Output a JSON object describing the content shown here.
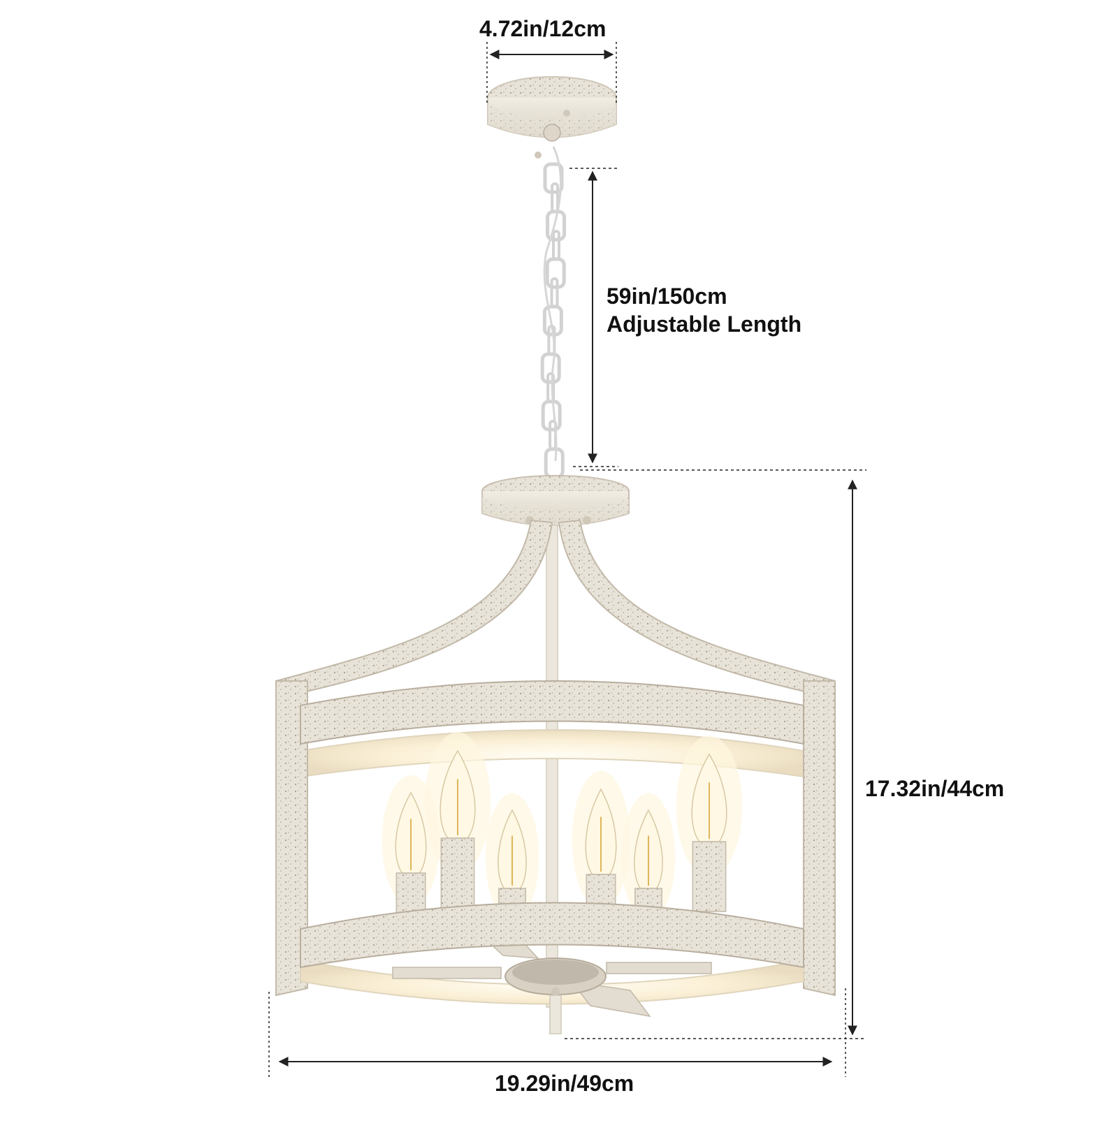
{
  "dimensions": {
    "canopy_width": "4.72in/12cm",
    "chain_length": "59in/150cm",
    "chain_note": "Adjustable Length",
    "height": "17.32in/44cm",
    "width": "19.29in/49cm"
  },
  "colors": {
    "finish": "#ebe6dc",
    "finish_shadow": "#cfc7b8",
    "finish_speckle": "#9a8f80",
    "bulb_glow": "#fff6df",
    "line": "#222222"
  },
  "fixture": {
    "bulb_count": 6
  }
}
